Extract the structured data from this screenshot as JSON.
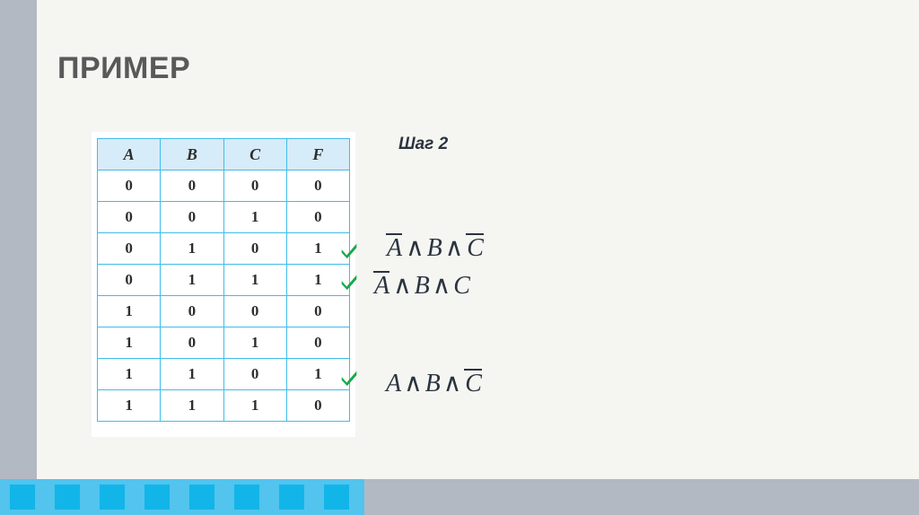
{
  "slide": {
    "title": "ПРИМЕР",
    "background_color": "#f5f6f1",
    "rail_color": "#b3b9c3",
    "accent_color": "#12b5e8",
    "bar_color": "#52c4ee"
  },
  "step": {
    "label": "Шаг 2"
  },
  "truth_table": {
    "headers": [
      "A",
      "B",
      "C",
      "F"
    ],
    "rows": [
      {
        "cells": [
          "0",
          "0",
          "0",
          "0"
        ],
        "marked": false
      },
      {
        "cells": [
          "0",
          "0",
          "1",
          "0"
        ],
        "marked": false
      },
      {
        "cells": [
          "0",
          "1",
          "0",
          "1"
        ],
        "marked": true
      },
      {
        "cells": [
          "0",
          "1",
          "1",
          "1"
        ],
        "marked": true
      },
      {
        "cells": [
          "1",
          "0",
          "0",
          "0"
        ],
        "marked": false
      },
      {
        "cells": [
          "1",
          "0",
          "1",
          "0"
        ],
        "marked": false
      },
      {
        "cells": [
          "1",
          "1",
          "0",
          "1"
        ],
        "marked": true
      },
      {
        "cells": [
          "1",
          "1",
          "1",
          "0"
        ],
        "marked": false
      }
    ],
    "header_fill": "#d6ecf8",
    "border_color": "#3fbbec"
  },
  "checkmarks": {
    "color": "#18a84a",
    "count": 3,
    "icon": "check-icon"
  },
  "formulas": [
    {
      "id": "formula-1",
      "text": "Ā ∧ B ∧ C̄",
      "terms": [
        {
          "var": "A",
          "negated": true
        },
        {
          "op": "∧"
        },
        {
          "var": "B",
          "negated": false
        },
        {
          "op": "∧"
        },
        {
          "var": "C",
          "negated": true
        }
      ]
    },
    {
      "id": "formula-2",
      "text": "Ā ∧ B ∧ C",
      "terms": [
        {
          "var": "A",
          "negated": true
        },
        {
          "op": "∧"
        },
        {
          "var": "B",
          "negated": false
        },
        {
          "op": "∧"
        },
        {
          "var": "C",
          "negated": false
        }
      ]
    },
    {
      "id": "formula-3",
      "text": "A ∧ B ∧ C̄",
      "terms": [
        {
          "var": "A",
          "negated": false
        },
        {
          "op": "∧"
        },
        {
          "var": "B",
          "negated": false
        },
        {
          "op": "∧"
        },
        {
          "var": "C",
          "negated": true
        }
      ]
    }
  ],
  "bottom_bar": {
    "square_count": 8
  }
}
